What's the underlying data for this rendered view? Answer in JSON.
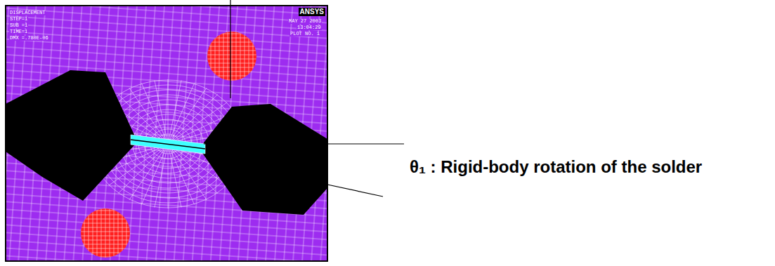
{
  "diagram": {
    "labels": [
      "ANSYS",
      "DISPLACEMENT",
      "STEP=1",
      "SUB =1",
      "TIME=1",
      "DMX =.780E-06",
      "MAY 27 2003",
      "13:04:29",
      "PLOT NO.   1",
      "θ₁ : Rigid-body rotation of the solder"
    ]
  }
}
